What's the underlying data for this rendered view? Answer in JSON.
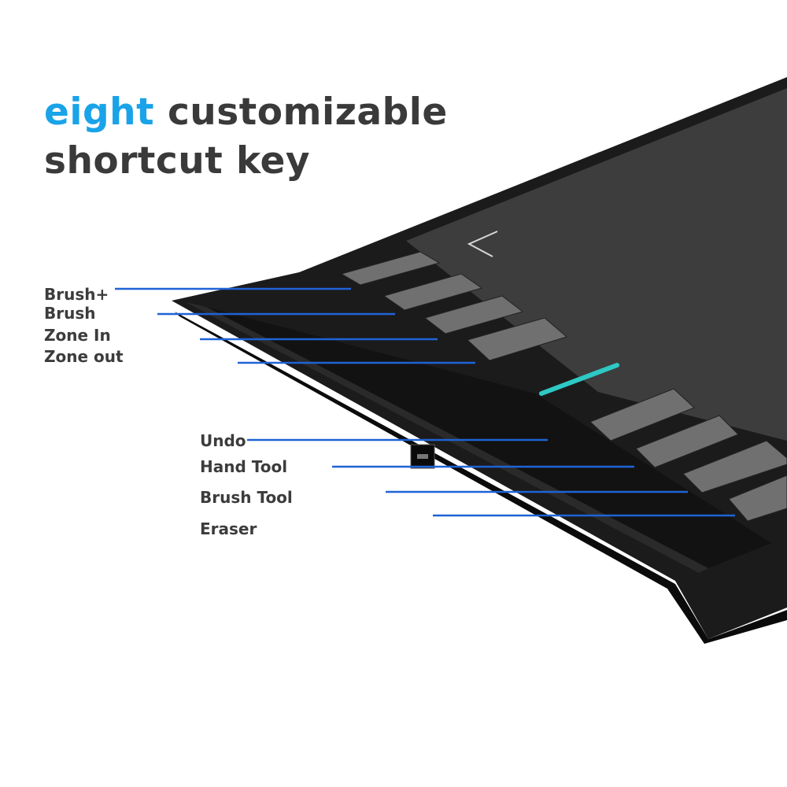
{
  "headline": {
    "accent_word": "eight",
    "rest_line1": "customizable",
    "line2": "shortcut key"
  },
  "colors": {
    "accent": "#1aa3e8",
    "callout_line": "#1f63d6",
    "tablet_body": "#1b1b1b",
    "active_area": "#3d3d3d",
    "key_face": "#707070",
    "indicator": "#2ec9c4"
  },
  "shortcut_keys": [
    {
      "label": "Brush+"
    },
    {
      "label": "Brush"
    },
    {
      "label": "Zone In"
    },
    {
      "label": "Zone out"
    },
    {
      "label": "Undo"
    },
    {
      "label": "Hand Tool"
    },
    {
      "label": "Brush Tool"
    },
    {
      "label": "Eraser"
    }
  ]
}
